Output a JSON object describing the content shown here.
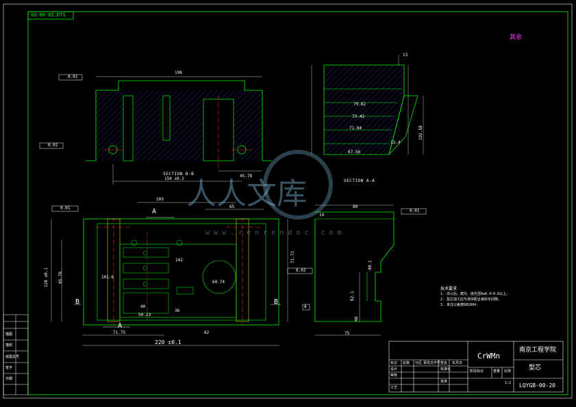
{
  "drawing_number_box": "02-00-02.DT1",
  "surface_note": "其余",
  "section_bb": {
    "title": "SECTION B-B",
    "dims": [
      "198",
      "150 ±0.2",
      "45.78"
    ],
    "tolerances": [
      "0.01",
      "0.01"
    ]
  },
  "section_aa": {
    "title": "SECTION A-A",
    "dims": [
      "79.82",
      "73.42",
      "71.84",
      "67.56",
      "13",
      "13.4",
      "192.58"
    ]
  },
  "front_view": {
    "dims": [
      "103",
      "65",
      "142",
      "220 ±0.1",
      "71.75",
      "128 ±0.1",
      "95.76",
      "71.71",
      "62",
      "40",
      "50.23",
      "36",
      "101.6",
      "60.74"
    ],
    "tolerance": "0.01"
  },
  "side_view": {
    "dims": [
      "80",
      "14",
      "75",
      "40.1",
      "62.1",
      "48"
    ],
    "tolerances": [
      "0.01",
      "0.02"
    ]
  },
  "markers": {
    "a": "A",
    "b": "B"
  },
  "tech_notes": {
    "title": "技术要求",
    "lines": [
      "1. 淬火后，磨光、抛光至Ra0.4~0.8以上。",
      "2. 型芯加工应与滑块配合良好无间隙。",
      "3. 未注公差按GB1804."
    ]
  },
  "watermark": {
    "text": "人人文库",
    "url": "w w w . r e n r e n d o c . c o m"
  },
  "left_strip": [
    "描图",
    "描校",
    "底图总号",
    "签字",
    "日期"
  ],
  "title_block": {
    "material": "CrWMn",
    "school": "南京工程学院",
    "part_name": "型芯",
    "drawing_code": "LQYGB-00-20",
    "scale": "1:2",
    "cells": [
      "标记",
      "处数",
      "分区",
      "更改文件号",
      "签名",
      "年月日",
      "设计",
      "标准化",
      "审核",
      "工艺",
      "批准",
      "阶段标记",
      "重量",
      "比例"
    ]
  }
}
